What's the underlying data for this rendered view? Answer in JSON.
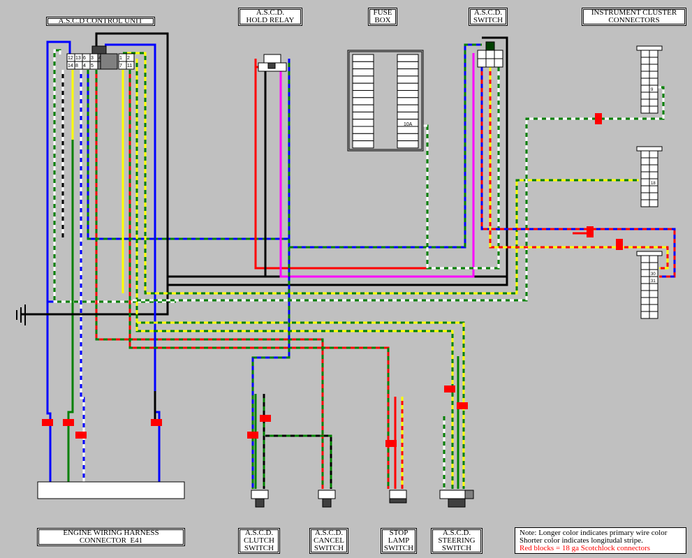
{
  "labels": {
    "ascd_control_unit": "A.S.C.D CONTROL UNIT",
    "hold_relay": [
      "A.S.C.D.",
      "HOLD RELAY"
    ],
    "fuse_box": [
      "FUSE",
      "BOX"
    ],
    "ascd_switch": [
      "A.S.C.D.",
      "SWITCH"
    ],
    "instrument_cluster": [
      "INSTRUMENT CLUSTER",
      "CONNECTORS"
    ],
    "engine_harness": [
      "ENGINE WIRING HARNESS",
      "CONNECTOR  E41"
    ],
    "clutch_switch": [
      "A.S.C.D.",
      "CLUTCH",
      "SWITCH"
    ],
    "cancel_switch": [
      "A.S.C.D.",
      "CANCEL",
      "SWITCH"
    ],
    "stop_lamp_switch": [
      "STOP",
      "LAMP",
      "SWITCH"
    ],
    "steering_switch": [
      "A.S.C.D.",
      "STEERING",
      "SWITCH"
    ]
  },
  "note": {
    "line1": "Note:  Longer color indicates primary wire color",
    "line2": "Shorter color indicates longitudal stripe.",
    "line3": "Red blocks = 18 ga Scotchlock connectors",
    "line3_color": "#ff0000"
  },
  "control_unit_pins": {
    "top": [
      "12",
      "13",
      "6",
      "3",
      "4",
      "",
      "1",
      "2"
    ],
    "bottom": [
      "14",
      "8",
      "4",
      "5",
      "",
      "",
      "7",
      "11"
    ]
  },
  "fuse_label": "10A",
  "cluster_pins": {
    "upper": "9",
    "middle": "18",
    "lower_a": "30",
    "lower_b": "31"
  },
  "colors": {
    "background": "#c0c0c0",
    "red": "#ff0000",
    "green": "#008000",
    "blue": "#0000ff",
    "yellow": "#ffff00",
    "magenta": "#ff00ff",
    "black": "#000000",
    "white": "#ffffff",
    "connector_gray": "#808080"
  }
}
